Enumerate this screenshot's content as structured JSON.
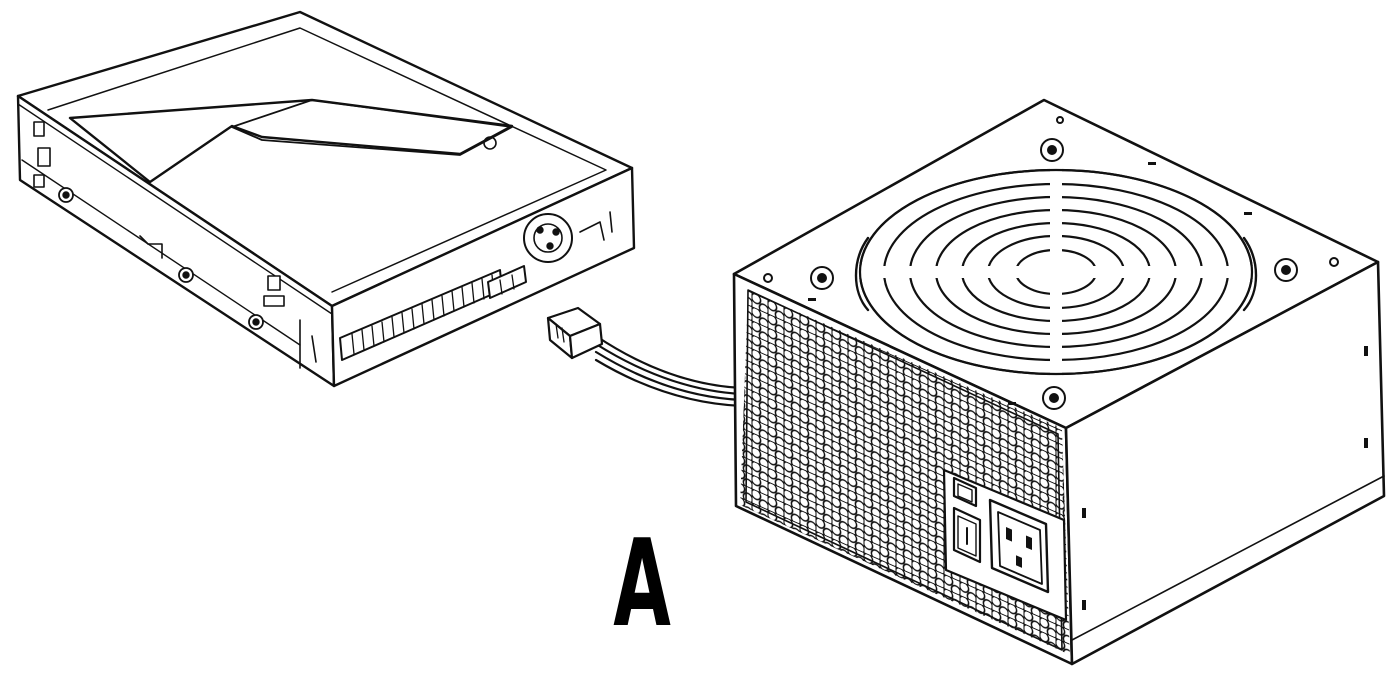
{
  "figure": {
    "label": "A",
    "components": [
      "floppy-drive",
      "power-supply",
      "floppy-power-cable"
    ]
  },
  "colors": {
    "line": "#111111",
    "background": "#ffffff"
  }
}
